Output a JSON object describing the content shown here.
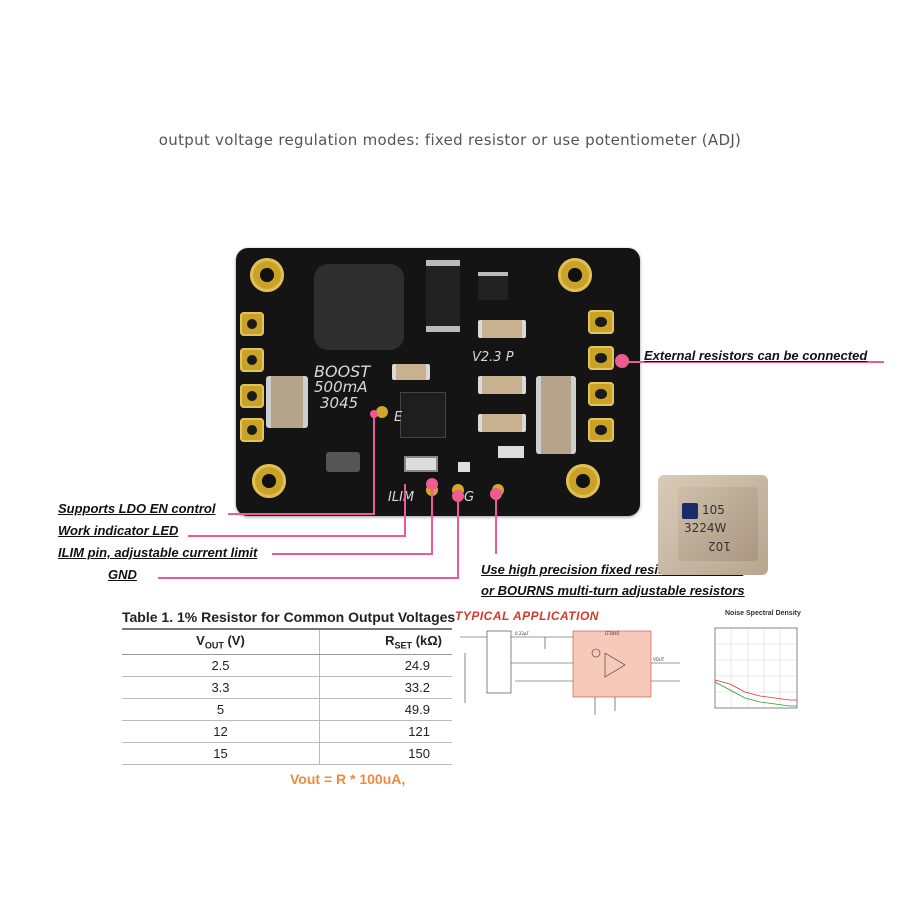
{
  "title": "output voltage regulation modes: fixed resistor or use potentiometer (ADJ)",
  "board": {
    "silk_boost": "BOOST",
    "silk_current": "500mA",
    "silk_model": "3045",
    "silk_version": "V2.3 P",
    "silk_e": "E",
    "silk_ilim": "ILIM",
    "silk_g": "G"
  },
  "annotations": {
    "external": "External resistors can be connected",
    "ldo_en": "Supports LDO EN control",
    "led": "Work indicator LED",
    "ilim": "ILIM pin, adjustable current limit",
    "gnd": "GND",
    "precision_1": "Use high precision fixed resistance values",
    "precision_2": "or BOURNS multi-turn adjustable resistors"
  },
  "potentiometer": {
    "line1": "105",
    "line2": "3224W",
    "line3": "102"
  },
  "table": {
    "title": "Table 1. 1% Resistor for Common Output Voltages",
    "col1_main": "V",
    "col1_sub": "OUT",
    "col1_unit": "(V)",
    "col2_main": "R",
    "col2_sub": "SET",
    "col2_unit": "(kΩ)",
    "rows": [
      [
        "2.5",
        "24.9"
      ],
      [
        "3.3",
        "33.2"
      ],
      [
        "5",
        "49.9"
      ],
      [
        "12",
        "121"
      ],
      [
        "15",
        "150"
      ]
    ]
  },
  "formula": "Vout = R * 100uA,",
  "typical_title": "TYPICAL APPLICATION",
  "noise_title": "Noise Spectral Density",
  "colors": {
    "pink": "#ef5a93",
    "gold": "#c9a227",
    "formula": "#f08a3a",
    "typical": "#d23a2a"
  }
}
